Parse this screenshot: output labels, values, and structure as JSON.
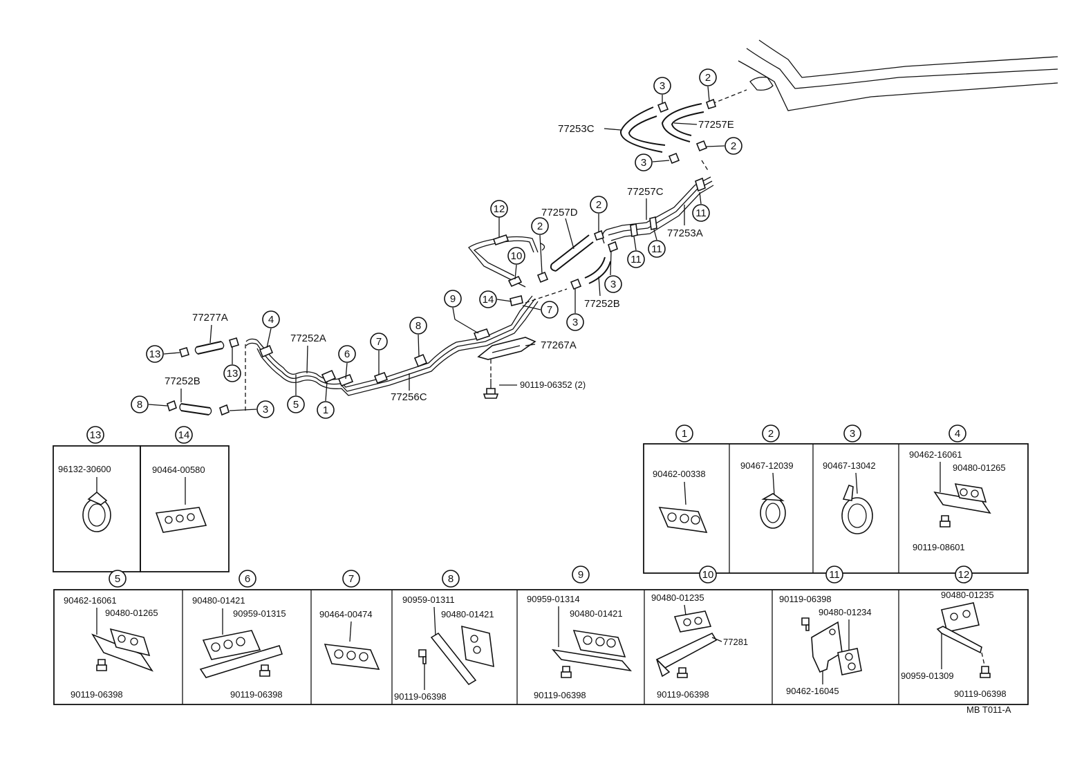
{
  "parts": {
    "p77253C": "77253C",
    "p77257E": "77257E",
    "p77257C": "77257C",
    "p77253A": "77253A",
    "p77257D": "77257D",
    "p77252B_a": "77252B",
    "p77267A": "77267A",
    "p90119_06352": "90119-06352 (2)",
    "p77277A": "77277A",
    "p77252A": "77252A",
    "p77252B_b": "77252B",
    "p77256C": "77256C",
    "code": "MB  T011-A"
  },
  "callouts": {
    "c1": "1",
    "c2": "2",
    "c3": "3",
    "c4": "4",
    "c5": "5",
    "c6": "6",
    "c7": "7",
    "c8": "8",
    "c9": "9",
    "c10": "10",
    "c11": "11",
    "c12": "12",
    "c13": "13",
    "c14": "14"
  },
  "boxes": {
    "b13": {
      "title": "13",
      "p1": "96132-30600"
    },
    "b14": {
      "title": "14",
      "p1": "90464-00580"
    },
    "b1": {
      "title": "1",
      "p1": "90462-00338"
    },
    "b2": {
      "title": "2",
      "p1": "90467-12039"
    },
    "b3": {
      "title": "3",
      "p1": "90467-13042"
    },
    "b4": {
      "title": "4",
      "p1": "90462-16061",
      "p2": "90480-01265",
      "p3": "90119-08601"
    },
    "b5": {
      "title": "5",
      "p1": "90462-16061",
      "p2": "90480-01265",
      "p3": "90119-06398"
    },
    "b6": {
      "title": "6",
      "p1": "90480-01421",
      "p2": "90959-01315",
      "p3": "90119-06398"
    },
    "b7": {
      "title": "7",
      "p1": "90464-00474"
    },
    "b8": {
      "title": "8",
      "p1": "90959-01311",
      "p2": "90480-01421",
      "p3": "90119-06398"
    },
    "b9": {
      "title": "9",
      "p1": "90959-01314",
      "p2": "90480-01421",
      "p3": "90119-06398"
    },
    "b10": {
      "title": "10",
      "p1": "90480-01235",
      "p2": "77281",
      "p3": "90119-06398"
    },
    "b11": {
      "title": "11",
      "p1": "90119-06398",
      "p2": "90480-01234",
      "p3": "90462-16045"
    },
    "b12": {
      "title": "12",
      "p1": "90480-01235",
      "p2": "90959-01309",
      "p3": "90119-06398"
    }
  }
}
